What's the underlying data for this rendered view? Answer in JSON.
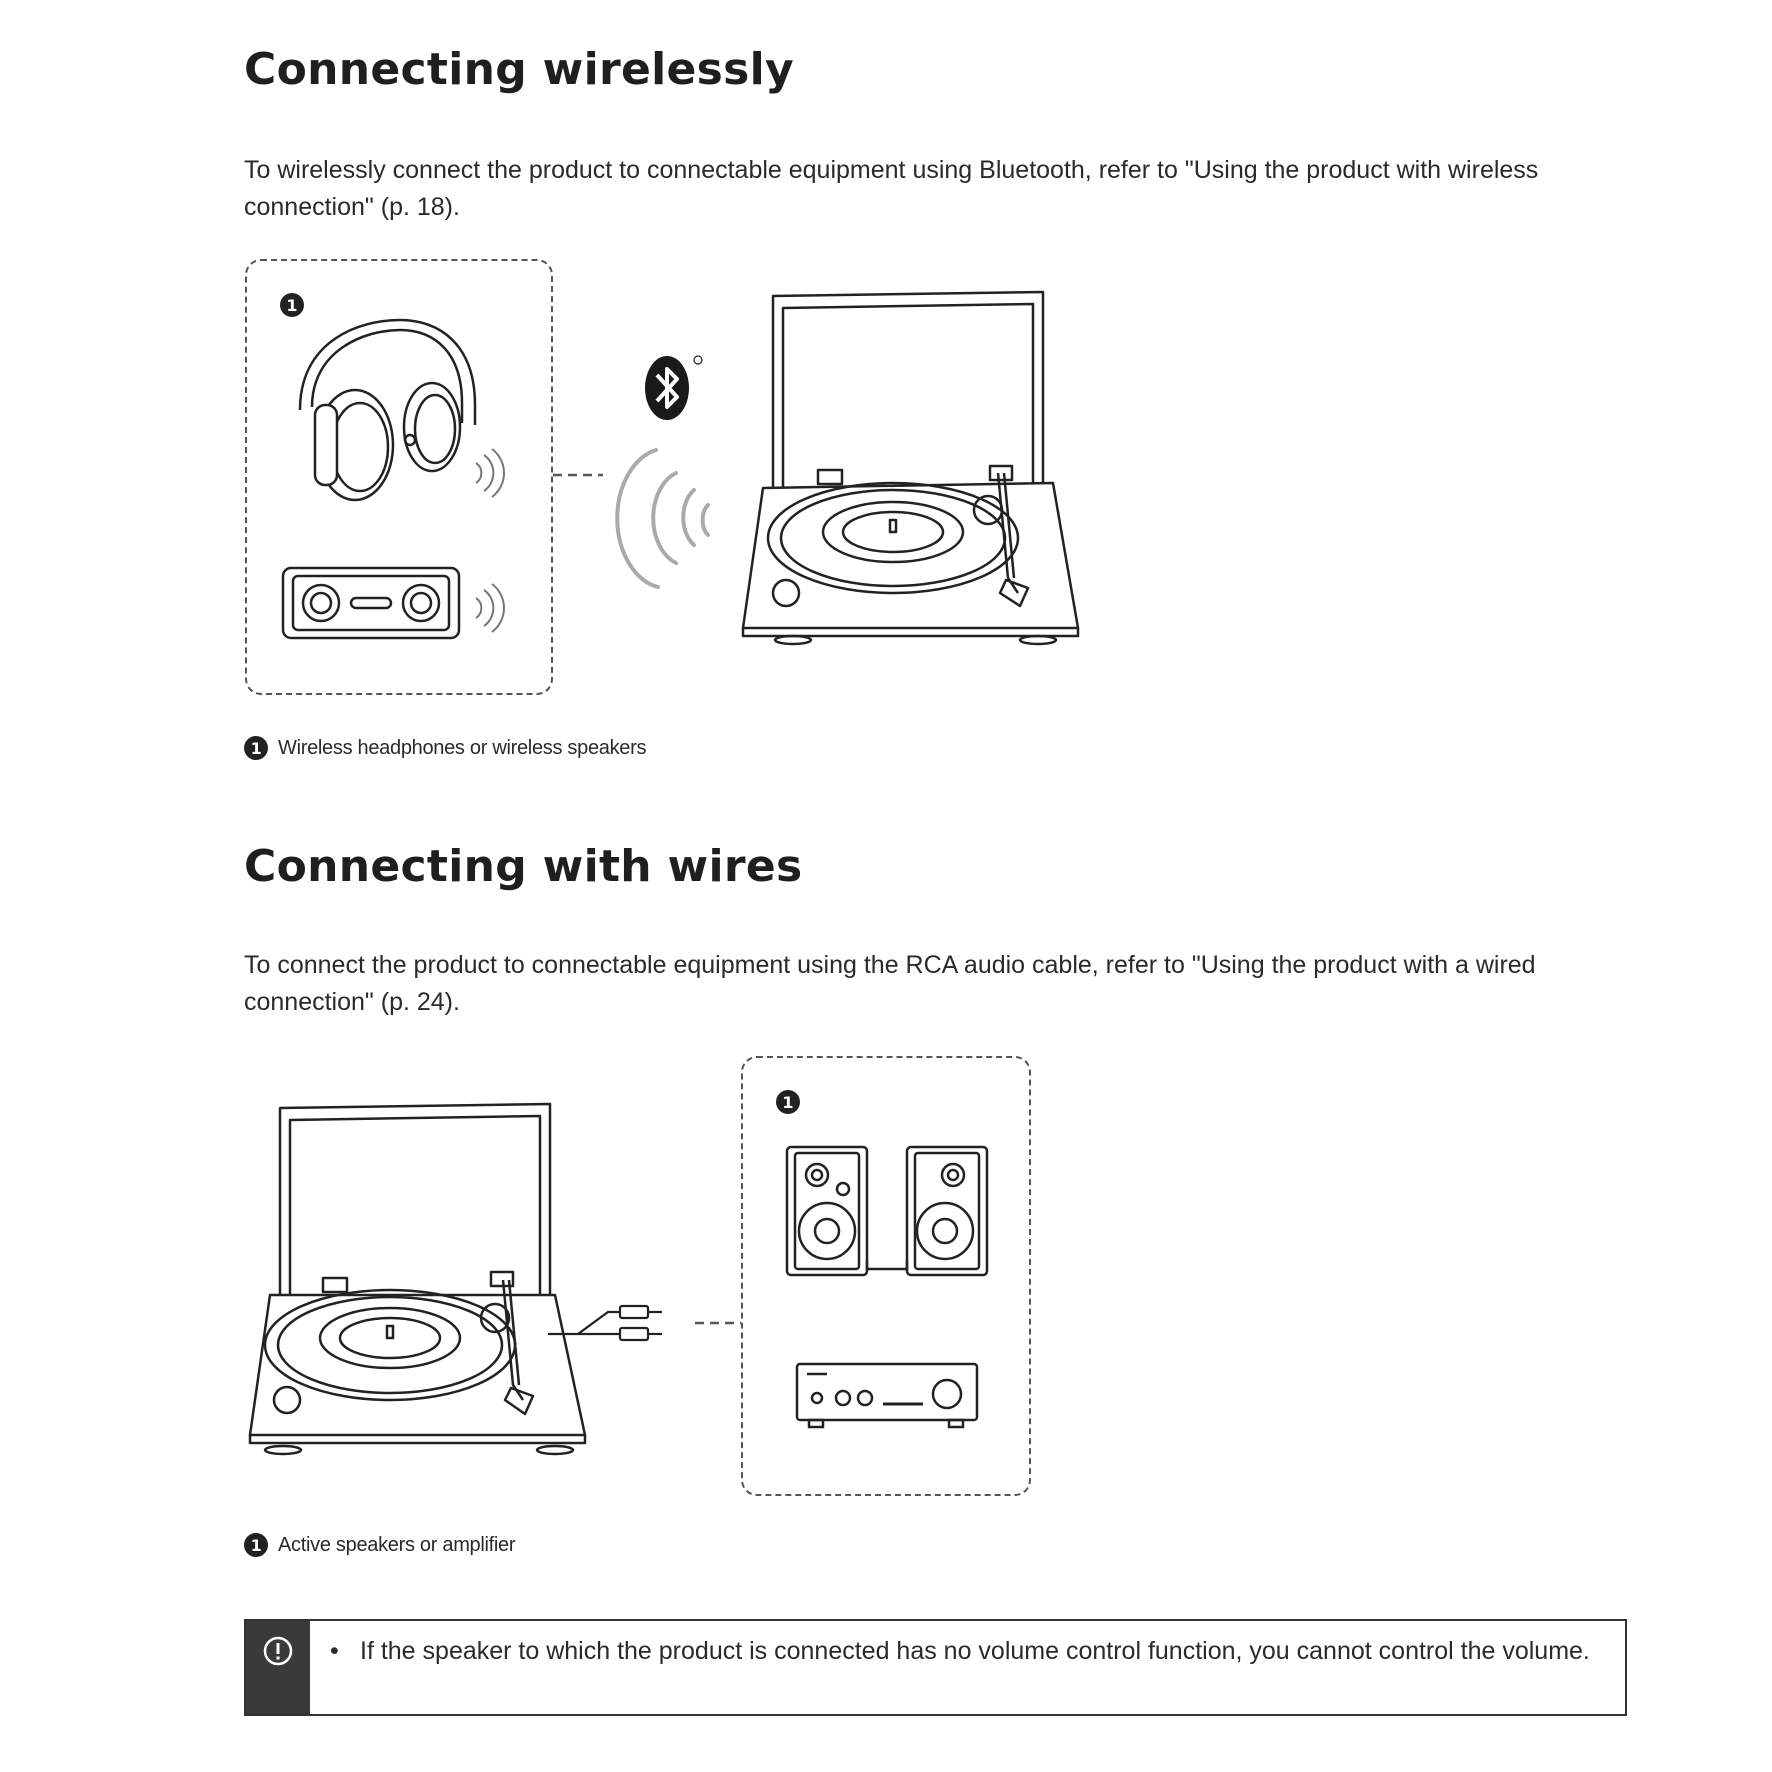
{
  "section1": {
    "title": "Connecting wirelessly",
    "body": "To wirelessly connect the product to connectable equipment using Bluetooth, refer to \"Using the product with wireless connection\" (p. 18).",
    "marker": "1",
    "caption": "Wireless headphones or wireless speakers"
  },
  "section2": {
    "title": "Connecting with wires",
    "body": "To connect the product to connectable equipment using the RCA audio cable, refer to \"Using the product with a wired connection\" (p. 24).",
    "marker": "1",
    "caption": "Active speakers or amplifier"
  },
  "note": {
    "icon": "exclamation-circle-icon",
    "bullet": "•",
    "text": "If the speaker to which the product is connected has no volume control function, you cannot control the volume."
  },
  "colors": {
    "text": "#222222",
    "note_side": "#3a3a3a",
    "wave_gray": "#aaaaaa"
  }
}
